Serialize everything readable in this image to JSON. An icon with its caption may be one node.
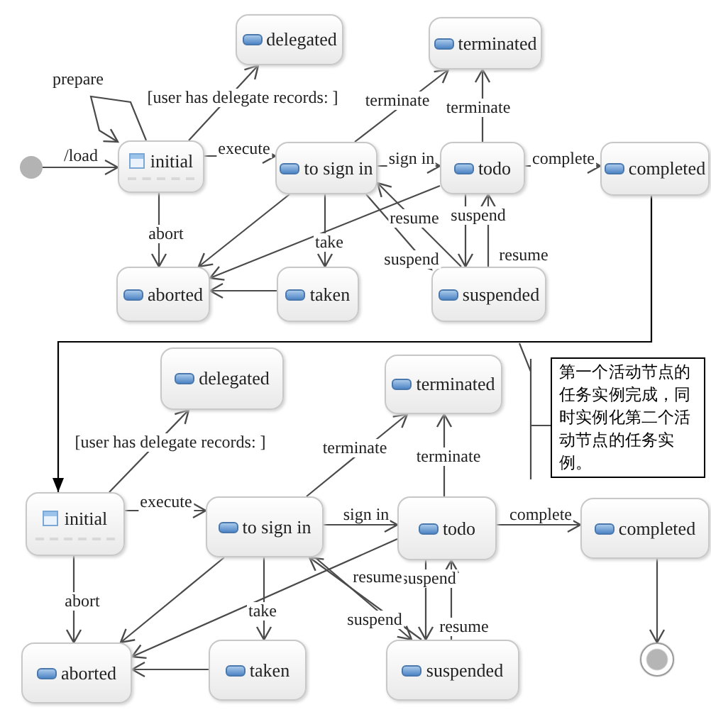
{
  "diagram": {
    "nodes": [
      {
        "text": [],
        "shape": "circle"
      },
      {
        "text": [
          "initial"
        ]
      },
      {
        "text": [
          "delegated"
        ]
      },
      {
        "text": [
          "to sign in"
        ]
      },
      {
        "text": [
          "terminated"
        ]
      },
      {
        "text": [
          "todo"
        ]
      },
      {
        "text": [
          "completed"
        ]
      },
      {
        "text": [
          "aborted"
        ]
      },
      {
        "text": [
          "taken"
        ]
      },
      {
        "text": [
          "suspended"
        ]
      },
      {
        "text": [
          "delegated"
        ]
      },
      {
        "text": [
          "terminated"
        ]
      },
      {
        "text": [
          "第一个活动节点的任务实例完成，同时实例化第二个活动节点的任务实例。"
        ]
      },
      {
        "text": [
          "initial"
        ]
      },
      {
        "text": [
          "to sign in"
        ]
      },
      {
        "text": [
          "todo"
        ]
      },
      {
        "text": [
          "completed"
        ]
      },
      {
        "text": [
          "aborted"
        ]
      },
      {
        "text": [
          "taken"
        ]
      },
      {
        "text": [
          "suspended"
        ]
      },
      {
        "text": [],
        "shape": "circle"
      }
    ],
    "edges": [
      {
        "from": 0,
        "to": 1,
        "arrow": "to",
        "label": "/load"
      },
      {
        "from": 1,
        "to": 1,
        "arrow": "to",
        "label": "prepare"
      },
      {
        "from": 1,
        "to": 2,
        "arrow": "to",
        "label": "[user has delegate records: ]"
      },
      {
        "from": 1,
        "to": 3,
        "arrow": "to",
        "label": "execute"
      },
      {
        "from": 1,
        "to": 7,
        "arrow": "to",
        "label": "abort"
      },
      {
        "from": 3,
        "to": 4,
        "arrow": "to",
        "label": "terminate"
      },
      {
        "from": 3,
        "to": 5,
        "arrow": "to",
        "label": "sign in"
      },
      {
        "from": 3,
        "to": 7,
        "arrow": "to"
      },
      {
        "from": 3,
        "to": 8,
        "arrow": "to",
        "label": "take"
      },
      {
        "from": 3,
        "to": 9,
        "arrow": "to",
        "label": "suspend"
      },
      {
        "from": 5,
        "to": 4,
        "arrow": "to",
        "label": "terminate"
      },
      {
        "from": 5,
        "to": 6,
        "arrow": "to",
        "label": "complete"
      },
      {
        "from": 5,
        "to": 7,
        "arrow": "to"
      },
      {
        "from": 5,
        "to": 9,
        "arrow": "to",
        "label": "suspend"
      },
      {
        "from": 9,
        "to": 5,
        "arrow": "to",
        "label": "resume"
      },
      {
        "from": 9,
        "to": 3,
        "arrow": "to",
        "label": "resume"
      },
      {
        "from": 8,
        "to": 7,
        "arrow": "to"
      },
      {
        "from": 6,
        "to": 13,
        "arrow": "to",
        "color": "#000000"
      },
      {
        "from": 13,
        "to": 10,
        "arrow": "to",
        "label": "[user has delegate records: ]"
      },
      {
        "from": 13,
        "to": 14,
        "arrow": "to",
        "label": "execute"
      },
      {
        "from": 13,
        "to": 17,
        "arrow": "to",
        "label": "abort"
      },
      {
        "from": 14,
        "to": 11,
        "arrow": "to",
        "label": "terminate"
      },
      {
        "from": 14,
        "to": 15,
        "arrow": "to",
        "label": "sign in"
      },
      {
        "from": 14,
        "to": 17,
        "arrow": "to"
      },
      {
        "from": 14,
        "to": 18,
        "arrow": "to",
        "label": "take"
      },
      {
        "from": 14,
        "to": 19,
        "arrow": "to",
        "label": "suspend"
      },
      {
        "from": 15,
        "to": 11,
        "arrow": "to",
        "label": "terminate"
      },
      {
        "from": 15,
        "to": 16,
        "arrow": "to",
        "label": "complete"
      },
      {
        "from": 15,
        "to": 17,
        "arrow": "to"
      },
      {
        "from": 15,
        "to": 19,
        "arrow": "to",
        "label": "suspend"
      },
      {
        "from": 19,
        "to": 15,
        "arrow": "to",
        "label": "resume"
      },
      {
        "from": 19,
        "to": 14,
        "arrow": "to",
        "label": "resume"
      },
      {
        "from": 18,
        "to": 17,
        "arrow": "to"
      },
      {
        "from": 16,
        "to": 20,
        "arrow": "to"
      },
      {
        "from": 12,
        "to": null,
        "arrow": "none"
      }
    ]
  }
}
